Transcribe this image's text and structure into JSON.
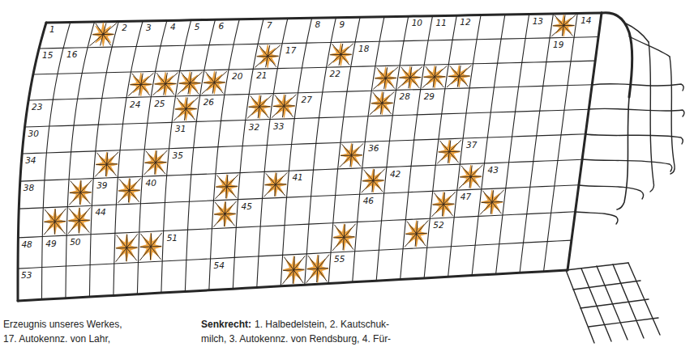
{
  "diagram": {
    "labels": [
      "1",
      "2",
      "3",
      "4",
      "5",
      "6",
      "7",
      "8",
      "9",
      "10",
      "11",
      "12",
      "13",
      "14",
      "15",
      "16",
      "17",
      "18",
      "19",
      "20",
      "21",
      "22",
      "23",
      "24",
      "25",
      "26",
      "27",
      "28",
      "29",
      "30",
      "31",
      "32",
      "33",
      "34",
      "35",
      "36",
      "37",
      "38",
      "39",
      "40",
      "41",
      "42",
      "43",
      "44",
      "45",
      "46",
      "47",
      "48",
      "49",
      "50",
      "51",
      "52",
      "53",
      "54",
      "55",
      "Erzeugnis unseres Werkes,",
      "17. Autokennz. von Lahr,",
      "Senkrecht:",
      "1. Halbedelstein, 2. Kautschuk-",
      "milch, 3. Autokennz. von Rendsburg, 4. Für-"
    ]
  }
}
